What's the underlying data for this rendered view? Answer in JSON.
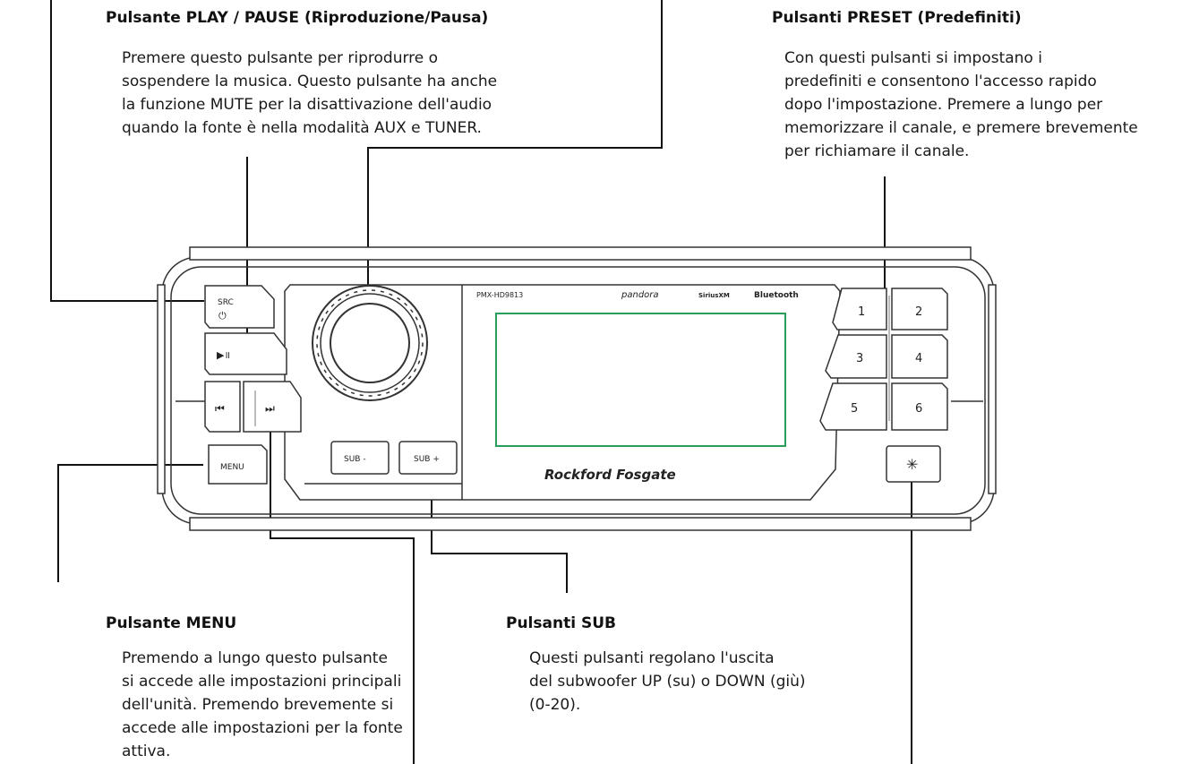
{
  "callouts": {
    "play_pause": {
      "title": "Pulsante PLAY / PAUSE (Riproduzione/Pausa)",
      "lines": [
        "Premere questo pulsante per riprodurre o",
        "sospendere la musica. Questo pulsante ha anche",
        "la funzione MUTE per la disattivazione dell'audio",
        "quando la fonte è nella modalità AUX e TUNER."
      ]
    },
    "preset": {
      "title": "Pulsanti PRESET (Predefiniti)",
      "lines": [
        "Con questi pulsanti si impostano i",
        "predefiniti e consentono l'accesso rapido",
        "dopo l'impostazione. Premere a lungo per",
        "memorizzare il canale, e premere brevemente",
        "per richiamare il canale."
      ]
    },
    "menu": {
      "title": "Pulsante MENU",
      "lines": [
        "Premendo a lungo questo pulsante",
        "si accede alle impostazioni principali",
        "dell'unità. Premendo brevemente si",
        "accede alle impostazioni per la fonte",
        "attiva."
      ]
    },
    "sub": {
      "title": "Pulsanti SUB",
      "lines": [
        "Questi pulsanti regolano l'uscita",
        "del subwoofer UP (su) o DOWN (giù)",
        "(0-20)."
      ]
    }
  },
  "device": {
    "model": "PMX-HD9813",
    "logos": {
      "pandora": "pandora",
      "siriusxm": "SiriusXM",
      "bluetooth": "Bluetooth"
    },
    "brand": "Rockford Fosgate",
    "buttons": {
      "src_label": "SRC",
      "power_glyph": "⏻",
      "play_pause_glyph": "▶॥",
      "prev_glyph": "⏮",
      "next_glyph": "⏭",
      "menu_label": "MENU",
      "sub_down_label": "SUB -",
      "sub_up_label": "SUB +",
      "dim_glyph": "✳",
      "presets": [
        "1",
        "2",
        "3",
        "4",
        "5",
        "6"
      ]
    }
  }
}
